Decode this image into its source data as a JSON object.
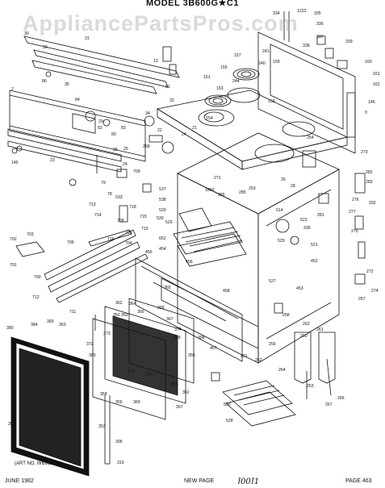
{
  "header": {
    "title": "MODEL 3B600G★C1"
  },
  "watermark": "AppliancePartsPros.com",
  "footer": {
    "date": "JUNE 1982",
    "status": "NEW PAGE",
    "handwritten": "J00J1",
    "page": "PAGE 463"
  },
  "art_number": "(ART NO. WB9518)",
  "labels": {
    "top": [
      "334",
      "1222",
      "335",
      "336",
      "337",
      "338",
      "339",
      "160",
      "161",
      "162",
      "31",
      "30",
      "33",
      "13",
      "157",
      "241",
      "240",
      "159",
      "155",
      "244",
      "151",
      "153",
      "158",
      "154",
      "86",
      "84",
      "35",
      "2",
      "29",
      "32",
      "34",
      "81",
      "83",
      "82",
      "146",
      "9",
      "80",
      "25",
      "22",
      "23",
      "24",
      "21",
      "268"
    ],
    "middle": [
      "145",
      "79",
      "78",
      "709",
      "537",
      "538",
      "1650",
      "271",
      "255",
      "285",
      "253",
      "254",
      "282",
      "283",
      "273",
      "276",
      "26",
      "28",
      "281",
      "277",
      "275",
      "514",
      "520",
      "526",
      "530",
      "652",
      "529",
      "523",
      "336",
      "533",
      "713",
      "714",
      "708",
      "718",
      "715",
      "715",
      "716",
      "454",
      "455",
      "456",
      "452",
      "521",
      "332",
      "702",
      "703",
      "706",
      "705",
      "701",
      "700",
      "704",
      "365",
      "527",
      "458",
      "453",
      "274",
      "272",
      "257"
    ],
    "bottom": [
      "712",
      "711",
      "380",
      "384",
      "383",
      "363",
      "362",
      "364",
      "359",
      "366",
      "367",
      "368",
      "374",
      "372",
      "373",
      "385",
      "371",
      "370",
      "369",
      "350",
      "357",
      "352",
      "358",
      "351",
      "353",
      "396",
      "356",
      "355",
      "308",
      "398",
      "457",
      "451",
      "252",
      "258",
      "256",
      "262",
      "260",
      "261",
      "264",
      "263",
      "266",
      "267",
      "530",
      "528",
      "359",
      "319",
      "24",
      "25"
    ]
  }
}
